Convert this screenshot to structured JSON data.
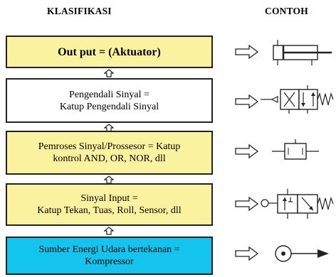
{
  "headers": {
    "left": "KLASIFIKASI",
    "right": "CONTOH"
  },
  "boxes": [
    {
      "line1": "Out put = (Aktuator)",
      "line2": "",
      "color": "#fbf2a0"
    },
    {
      "line1": "Pengendali Sinyal =",
      "line2": "Katup Pengendali Sinyal",
      "color": "#ffffff"
    },
    {
      "line1": "Pemroses Sinyal/Prossesor = Katup",
      "line2": "kontrol  AND, OR, NOR, dll",
      "color": "#fbf2a0"
    },
    {
      "line1": "Sinyal Input =",
      "line2": "Katup Tekan, Tuas, Roll, Sensor, dll",
      "color": "#fbf2a0"
    },
    {
      "line1": "Sumber Energi Udara bertekanan =",
      "line2": "Kompressor",
      "color": "#12c4ee"
    }
  ],
  "examples": [
    {
      "icon": "cylinder-actuator-icon"
    },
    {
      "icon": "directional-control-valve-icon"
    },
    {
      "icon": "logic-valve-icon"
    },
    {
      "icon": "roller-valve-icon"
    },
    {
      "icon": "compressor-icon"
    }
  ]
}
